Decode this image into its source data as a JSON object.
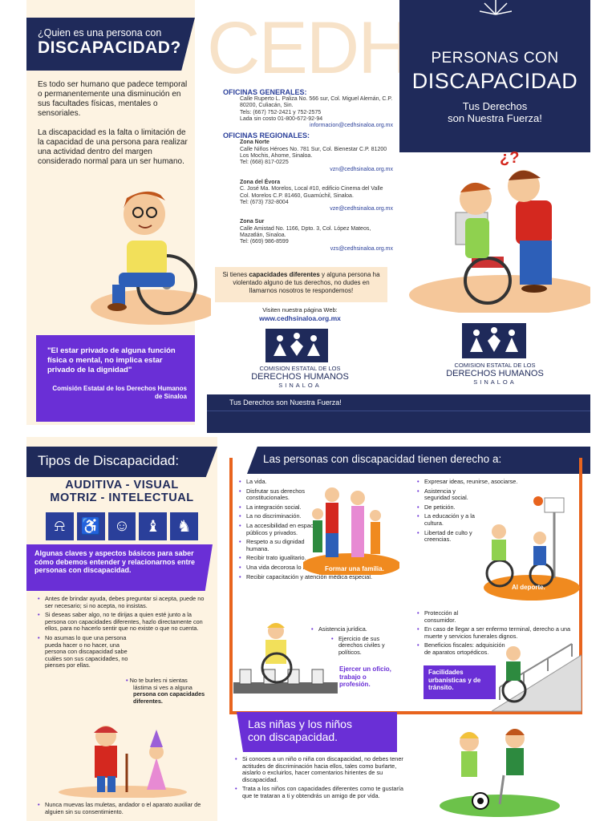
{
  "brochure_front": {
    "q_title_line1": "¿Quien es una persona con",
    "q_title_line2": "DISCAPACIDAD?",
    "intro_p1": "Es todo ser humano que padece temporal o permanentemente una disminución en sus facultades físicas, mentales o sensoriales.",
    "intro_p2": "La discapacidad es la falta o limitación de la capacidad de una persona para realizar una actividad dentro del margen considerado normal para un ser humano.",
    "quote": "\"El estar privado de alguna función física o mental, no implica estar privado de la dignidad\"",
    "quote_author": "Comisión Estatal de los Derechos Humanos de Sinaloa",
    "watermark": "CEDH",
    "offices_general_title": "OFICINAS GENERALES:",
    "offices_general_addr": "Calle Ruperto L. Paliza No. 566 sur, Col. Miguel Alemán, C.P. 80200, Culiacán, Sin.",
    "offices_general_tel": "Tels: (667) 752-2421 y 752-2575",
    "offices_general_lada": "Lada sin costo 01-800-672-92-94",
    "offices_general_email": "informacion@cedhsinaloa.org.mx",
    "offices_regional_title": "OFICINAS REGIONALES:",
    "zona_norte_title": "Zona Norte",
    "zona_norte_addr": "Calle Niños Héroes No. 781 Sur, Col. Bienestar C.P. 81200 Los Mochis, Ahome, Sinaloa.",
    "zona_norte_tel": "Tel: (668) 817-0225",
    "zona_norte_email": "vzn@cedhsinaloa.org.mx",
    "zona_evora_title": "Zona del Évora",
    "zona_evora_addr": "C. José Ma. Morelos, Local #10, edificio Cinema del Valle Col. Morelos C.P. 81460, Guamúchil, Sinaloa.",
    "zona_evora_tel": "Tel: (673) 732-8004",
    "zona_evora_email": "vze@cedhsinaloa.org.mx",
    "zona_sur_title": "Zona Sur",
    "zona_sur_addr": "Calle Amistad No. 1166, Dpto. 3, Col. López Mateos, Mazatlán, Sinaloa.",
    "zona_sur_tel": "Tel: (669) 986-8599",
    "zona_sur_email": "vzs@cedhsinaloa.org.mx",
    "notice_pre": "Si tienes ",
    "notice_bold": "capacidades diferentes",
    "notice_post": " y alguna persona ha violentado alguno de tus derechos, no dudes en llamarnos nosotros te respondemos!",
    "web_label": "Visiten nuestra página Web:",
    "web_url": "www.cedhsinaloa.org.mx",
    "logo_line1": "COMISION ESTATAL DE LOS",
    "logo_line2": "DERECHOS HUMANOS",
    "logo_line3": "SINALOA",
    "footer_strip": "Tus Derechos son Nuestra Fuerza!",
    "cover_line1": "PERSONAS CON",
    "cover_line2": "DISCAPACIDAD",
    "cover_sub1": "Tus Derechos",
    "cover_sub2": "son Nuestra Fuerza!",
    "cover_qmark": "¿?"
  },
  "brochure_back": {
    "types_title": "Tipos de Discapacidad:",
    "types_line1": "AUDITIVA - VISUAL",
    "types_line2": "MOTRIZ - INTELECTUAL",
    "keys_box": "Algunas claves y aspectos básicos para saber cómo debemos entender y relacionarnos entre personas con discapacidad.",
    "tips": [
      "Antes de brindar ayuda, debes preguntar si acepta, puede no ser necesario; si no acepta, no insistas.",
      "Si deseas saber algo, no te dirijas a quien esté junto a la persona con capacidades diferentes, hazlo directamente con ellos, para no hacerlo sentir que no existe o que no cuenta.",
      "No asumas lo que una persona pueda hacer o no hacer, una persona con discapacidad sabe cuáles son sus capacidades, no pienses por ellas."
    ],
    "tip_side_pre": "No te burles ni sientas lástima si ves a alguna ",
    "tip_side_bold": "persona con capacidades diferentes.",
    "tip_last": "Nunca muevas las muletas, andador o el aparato auxiliar de alguien sin su consentimiento.",
    "rights_title": "Las personas con discapacidad tienen derecho a:",
    "rights_col1": [
      "La vida.",
      "Disfrutar sus derechos constitucionales.",
      "La integración social.",
      "La no discriminación.",
      "La accesibilidad en espacios públicos y privados.",
      "Respeto a su dignidad humana.",
      "Recibir trato igualitario.",
      "Una vida decorosa lo más normal y plena posible.",
      "Recibir capacitación y atención médica especial."
    ],
    "rights_col1b": [
      "Asistencia jurídica.",
      "Ejercicio de sus derechos civiles y políticos."
    ],
    "rights_job": "Ejercer un oficio, trabajo o profesión.",
    "rights_col2": [
      "Expresar ideas, reunirse, asociarse.",
      "Asistencia y seguridad social.",
      "De petición.",
      "La educación y a la cultura.",
      "Libertad de culto y creencias."
    ],
    "rights_col2b": [
      "Protección al consumidor.",
      "En caso de llegar a ser enfermo terminal, derecho a una muerte y servicios funerales dignos.",
      "Beneficios fiscales: adquisición de aparatos ortopédicos."
    ],
    "family_label": "Formar una familia.",
    "sport_label": "Al deporte.",
    "facilities_label": "Facilidades urbanísticas y de tránsito.",
    "kids_title_line1": "Las niñas y los niños",
    "kids_title_line2": "con discapacidad.",
    "kids_items": [
      "Si conoces a un niño o niña con discapacidad, no debes tener actitudes de discriminación hacia ellos, tales como burlarte, aislarlo o excluirlos, hacer comentarios hirientes de su discapacidad.",
      "Trata a los niños con capacidades diferentes como te gustaría que te trataran a ti y obtendrás un amigo de por vida."
    ]
  }
}
